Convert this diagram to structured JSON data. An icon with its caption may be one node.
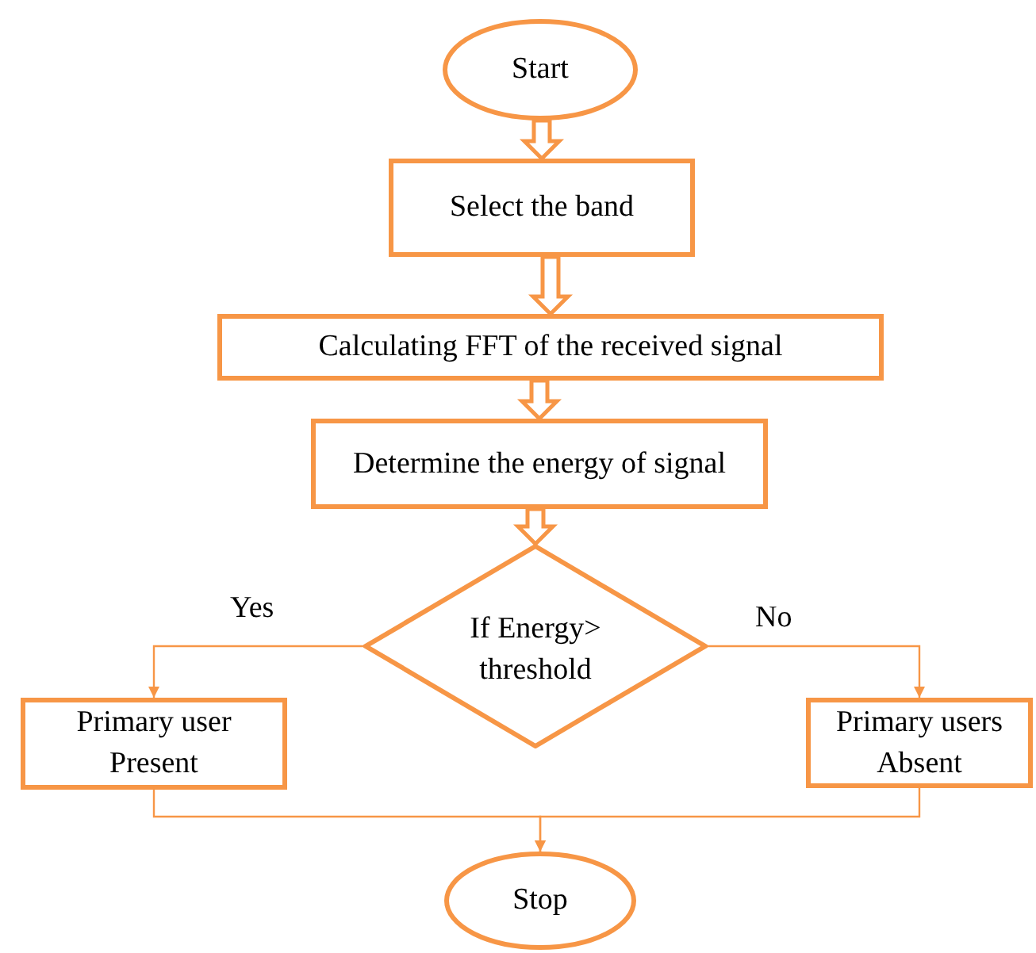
{
  "diagram": {
    "nodes": [
      {
        "text": [
          "Start"
        ]
      },
      {
        "text": [
          "Select the band"
        ]
      },
      {
        "text": [
          "Calculating FFT of the received signal"
        ]
      },
      {
        "text": [
          "Determine the energy of signal"
        ]
      },
      {
        "text": [
          "If Energy> threshold"
        ]
      },
      {
        "text": [
          "Primary user Present"
        ]
      },
      {
        "text": [
          "Primary users Absent"
        ]
      },
      {
        "text": [
          "Stop"
        ]
      }
    ],
    "edges": [
      {
        "from": 0,
        "to": 1,
        "arrow": "to",
        "style": "thick"
      },
      {
        "from": 1,
        "to": 2,
        "arrow": "to",
        "style": "thick"
      },
      {
        "from": 2,
        "to": 3,
        "arrow": "to",
        "style": "thick"
      },
      {
        "from": 3,
        "to": 4,
        "arrow": "to",
        "style": "thick"
      },
      {
        "from": 4,
        "to": 5,
        "arrow": "to",
        "label": "Yes"
      },
      {
        "from": 4,
        "to": 6,
        "arrow": "to",
        "label": "No"
      },
      {
        "from": 5,
        "to": 7,
        "arrow": "to"
      },
      {
        "from": 6,
        "to": 7,
        "arrow": "to"
      }
    ]
  }
}
